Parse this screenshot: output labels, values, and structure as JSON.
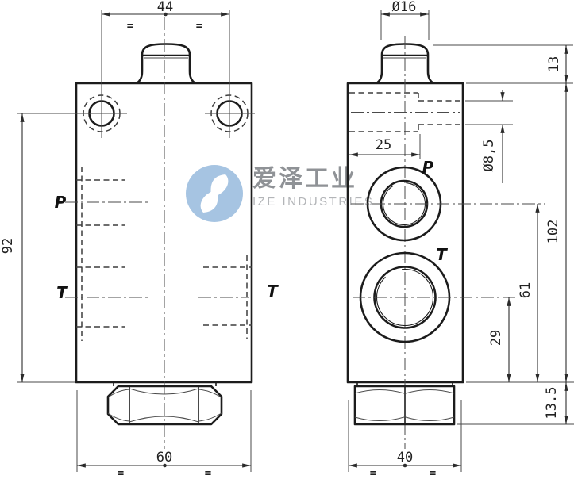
{
  "watermark": {
    "brand_cn": "爱泽工业",
    "brand_en": "IZE INDUSTRIES",
    "logo_color": "#a6c4e2"
  },
  "front_view": {
    "label_p": "P",
    "label_t_left": "T",
    "label_t_right": "T",
    "dim_hole_spacing": "44",
    "dim_height_92": "92",
    "dim_width_60": "60"
  },
  "side_view": {
    "label_p": "P",
    "label_t": "T",
    "dim_cap_dia": "Ø16",
    "dim_cap_height": "13",
    "dim_depth_25": "25",
    "dim_hole_dia": "Ø8,5",
    "dim_height_102": "102",
    "dim_p_center_61": "61",
    "dim_t_center_29": "29",
    "dim_nut_height_135": "13.5",
    "dim_width_40": "40"
  },
  "marks": {
    "equal": "="
  },
  "colors": {
    "line": "#1c1c1c",
    "dimension": "#2e2e2e",
    "watermark_text": "#8f9296",
    "watermark_sub": "#b3b5b8"
  }
}
